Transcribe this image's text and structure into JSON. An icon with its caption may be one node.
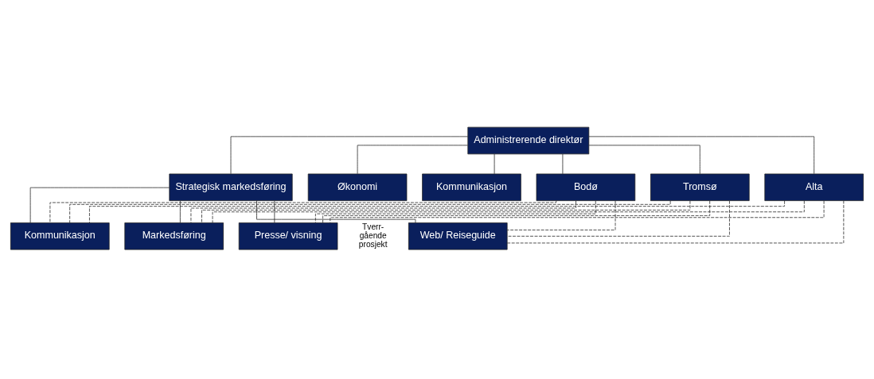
{
  "diagram": {
    "nodes": [
      {
        "text": [
          "Administrerende direktør"
        ]
      },
      {
        "text": [
          "Strategisk markedsføring"
        ]
      },
      {
        "text": [
          "Økonomi"
        ]
      },
      {
        "text": [
          "Kommunikasjon"
        ]
      },
      {
        "text": [
          "Bodø"
        ]
      },
      {
        "text": [
          "Tromsø"
        ]
      },
      {
        "text": [
          "Alta"
        ]
      },
      {
        "text": [
          "Web/ Reiseguide"
        ]
      },
      {
        "text": [
          "Kommunikasjon"
        ]
      },
      {
        "text": [
          "Markedsføring"
        ]
      },
      {
        "text": [
          "Presse/ visning"
        ]
      }
    ],
    "edges": [
      {
        "from": 0,
        "to": 1,
        "arrow": "none"
      },
      {
        "from": 0,
        "to": 2,
        "arrow": "none"
      },
      {
        "from": 0,
        "to": 3,
        "arrow": "none"
      },
      {
        "from": 0,
        "to": 4,
        "arrow": "none"
      },
      {
        "from": 0,
        "to": 5,
        "arrow": "none"
      },
      {
        "from": 0,
        "to": 6,
        "arrow": "none"
      },
      {
        "from": 1,
        "to": 7,
        "arrow": "none"
      },
      {
        "from": 1,
        "to": 8,
        "arrow": "none"
      },
      {
        "from": 1,
        "to": 9,
        "arrow": "none"
      },
      {
        "from": 1,
        "to": 10,
        "arrow": "none"
      },
      {
        "from": 4,
        "to": 7,
        "arrow": "none",
        "style": "dashed"
      },
      {
        "from": 4,
        "to": 8,
        "arrow": "none",
        "style": "dashed"
      },
      {
        "from": 4,
        "to": 9,
        "arrow": "none",
        "style": "dashed"
      },
      {
        "from": 4,
        "to": 10,
        "arrow": "none",
        "style": "dashed"
      },
      {
        "from": 5,
        "to": 7,
        "arrow": "none",
        "style": "dashed"
      },
      {
        "from": 5,
        "to": 8,
        "arrow": "none",
        "style": "dashed"
      },
      {
        "from": 5,
        "to": 9,
        "arrow": "none",
        "style": "dashed"
      },
      {
        "from": 5,
        "to": 10,
        "arrow": "none",
        "style": "dashed"
      },
      {
        "from": 6,
        "to": 7,
        "arrow": "none",
        "style": "dashed"
      },
      {
        "from": 6,
        "to": 8,
        "arrow": "none",
        "style": "dashed"
      },
      {
        "from": 6,
        "to": 9,
        "arrow": "none",
        "style": "dashed"
      },
      {
        "from": 6,
        "to": 10,
        "arrow": "none",
        "style": "dashed"
      }
    ],
    "labels": [
      "Tverr- gående prosjekt"
    ]
  }
}
